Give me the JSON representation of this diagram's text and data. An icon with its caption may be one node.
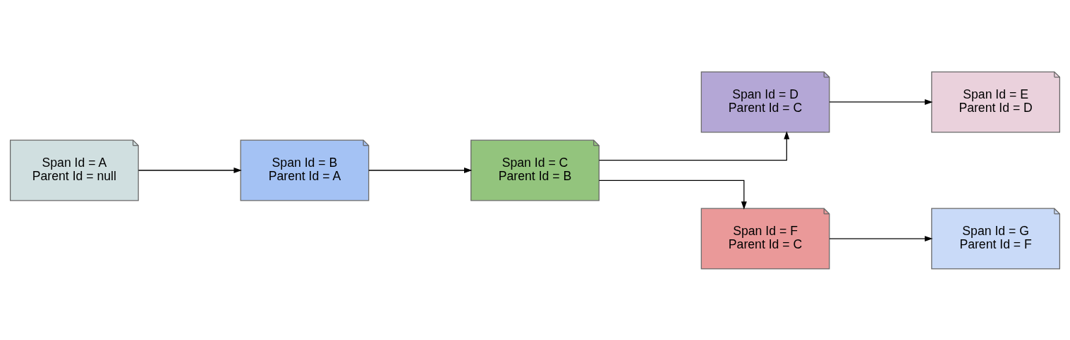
{
  "diagram": {
    "nodes": [
      {
        "text": [
          "Span Id = A",
          "Parent Id = null"
        ]
      },
      {
        "text": [
          "Span Id = B",
          "Parent Id = A"
        ]
      },
      {
        "text": [
          "Span Id = C",
          "Parent Id = B"
        ]
      },
      {
        "text": [
          "Span Id = D",
          "Parent Id = C"
        ]
      },
      {
        "text": [
          "Span Id = E",
          "Parent Id = D"
        ]
      },
      {
        "text": [
          "Span Id = F",
          "Parent Id = C"
        ]
      },
      {
        "text": [
          "Span Id = G",
          "Parent Id = F"
        ]
      }
    ],
    "edges": [
      {
        "from": 0,
        "to": 1,
        "arrow": "to"
      },
      {
        "from": 1,
        "to": 2,
        "arrow": "to"
      },
      {
        "from": 2,
        "to": 3,
        "arrow": "to"
      },
      {
        "from": 2,
        "to": 5,
        "arrow": "to"
      },
      {
        "from": 3,
        "to": 4,
        "arrow": "to"
      },
      {
        "from": 5,
        "to": 6,
        "arrow": "to"
      }
    ]
  }
}
